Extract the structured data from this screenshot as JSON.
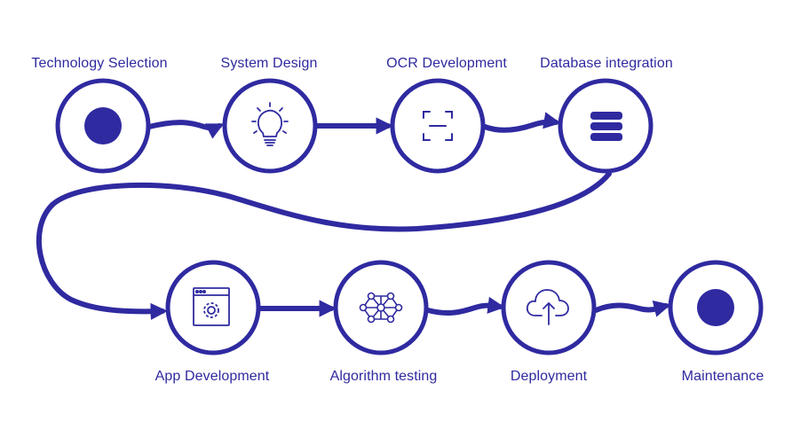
{
  "colors": {
    "primary": "#2f2aa0",
    "background": "#ffffff"
  },
  "steps": [
    {
      "label": "Technology Selection",
      "icon": "filled-dot-icon"
    },
    {
      "label": "System Design",
      "icon": "lightbulb-icon"
    },
    {
      "label": "OCR Development",
      "icon": "scan-frame-icon"
    },
    {
      "label": "Database integration",
      "icon": "database-icon"
    },
    {
      "label": "App Development",
      "icon": "app-window-gear-icon"
    },
    {
      "label": "Algorithm testing",
      "icon": "network-nodes-icon"
    },
    {
      "label": "Deployment",
      "icon": "cloud-upload-icon"
    },
    {
      "label": "Maintenance",
      "icon": "filled-dot-icon"
    }
  ]
}
